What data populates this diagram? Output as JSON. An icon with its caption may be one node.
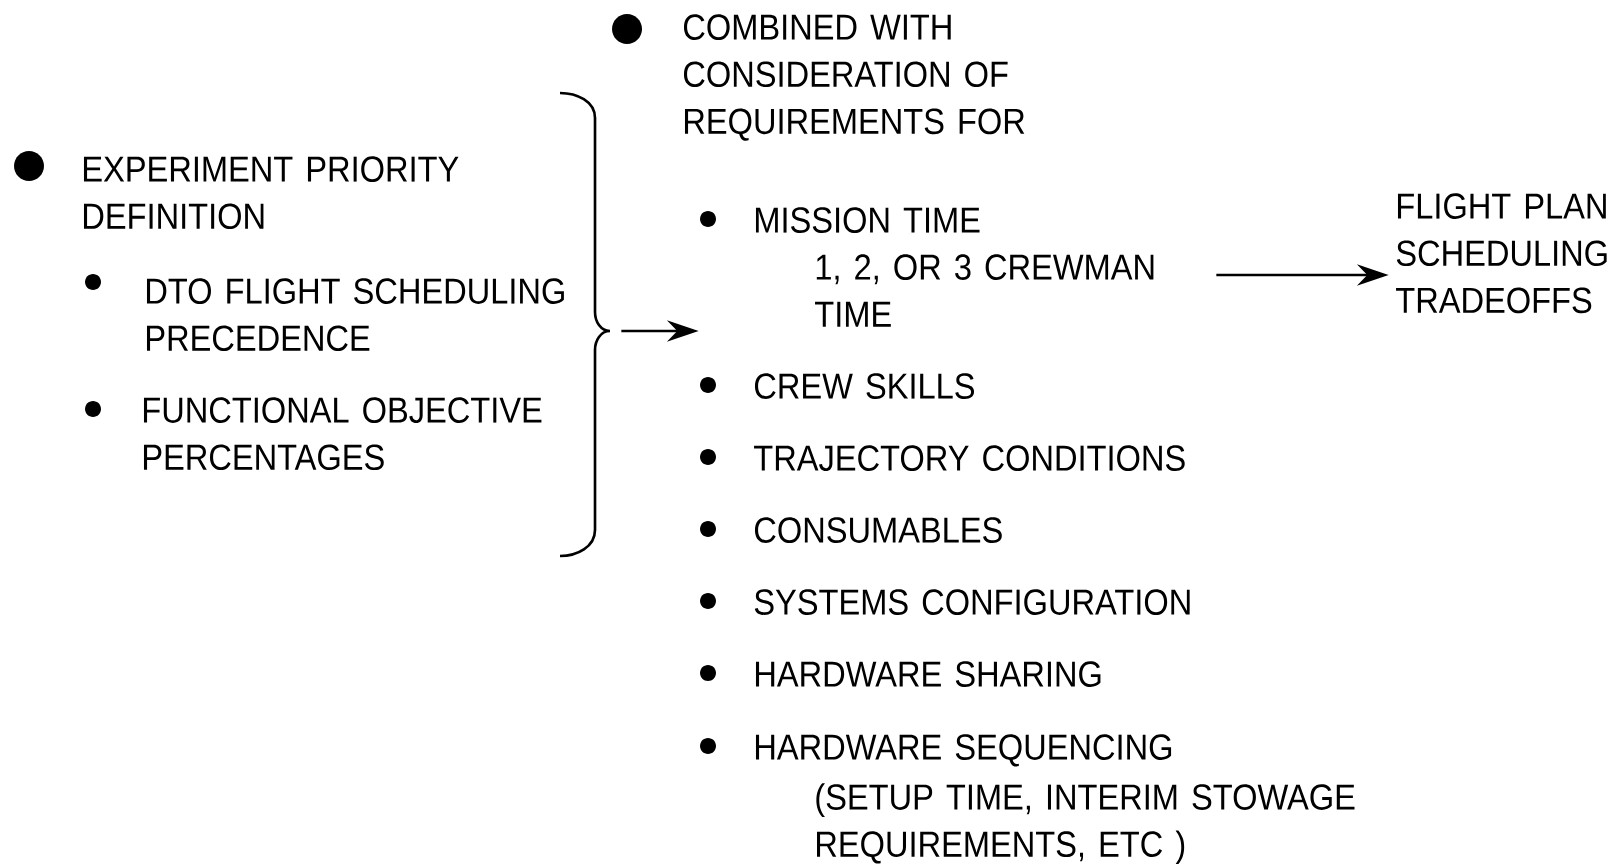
{
  "diagram": {
    "nodes": [
      {
        "text": [
          "EXPERIMENT PRIORITY DEFINITION",
          "DTO FLIGHT SCHEDULING PRECEDENCE",
          "FUNCTIONAL OBJECTIVE PERCENTAGES"
        ]
      },
      {
        "text": [
          "COMBINED WITH CONSIDERATION OF REQUIREMENTS FOR",
          "MISSION TIME",
          "1, 2, OR 3 CREWMAN TIME",
          "CREW SKILLS",
          "TRAJECTORY CONDITIONS",
          "CONSUMABLES",
          "SYSTEMS CONFIGURATION",
          "HARDWARE SHARING",
          "HARDWARE SEQUENCING",
          "(SETUP TIME, INTERIM STOWAGE REQUIREMENTS, ETC )"
        ]
      },
      {
        "text": [
          "FLIGHT PLAN SCHEDULING TRADEOFFS"
        ]
      }
    ],
    "edges": [
      {
        "from": 0,
        "to": 1,
        "arrow": "to"
      },
      {
        "from": 1,
        "to": 2,
        "arrow": "to"
      }
    ]
  }
}
